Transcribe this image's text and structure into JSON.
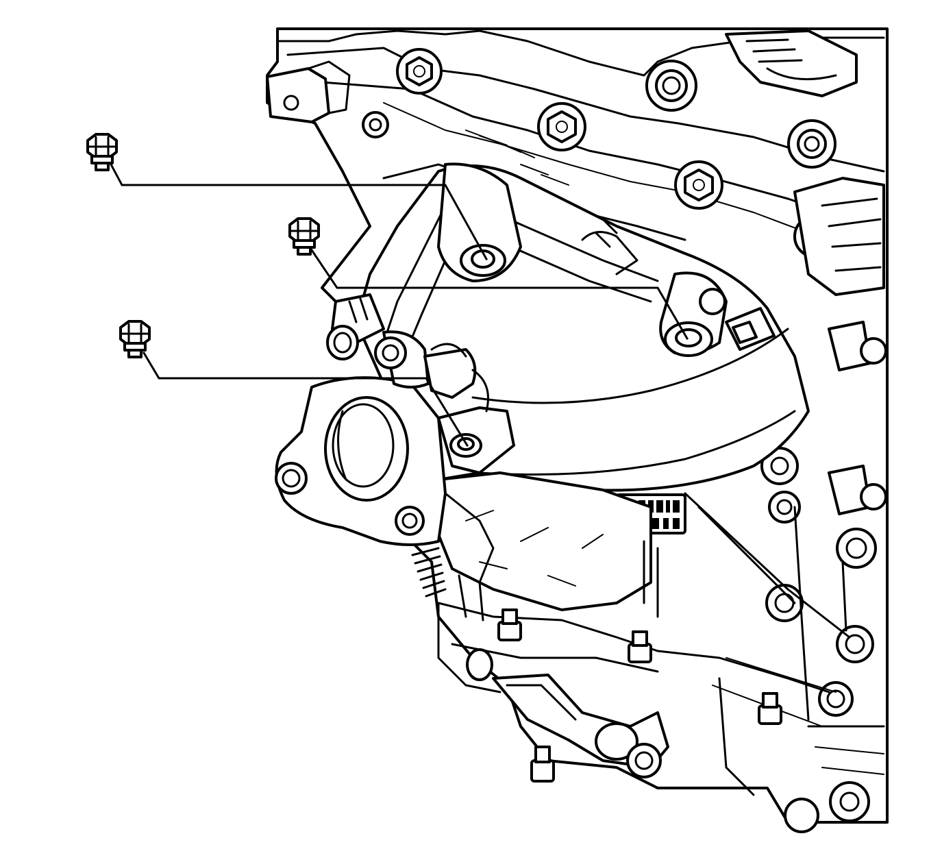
{
  "diagram": {
    "subject": "exhaust-manifold-bolt-installation",
    "colors": {
      "line": "#000000",
      "background": "#ffffff"
    },
    "callouts": [
      {
        "id": "bolt-1",
        "target": "manifold-stud-hole-upper"
      },
      {
        "id": "bolt-2",
        "target": "manifold-stud-hole-middle"
      },
      {
        "id": "bolt-3",
        "target": "manifold-stud-hole-lower"
      }
    ]
  }
}
